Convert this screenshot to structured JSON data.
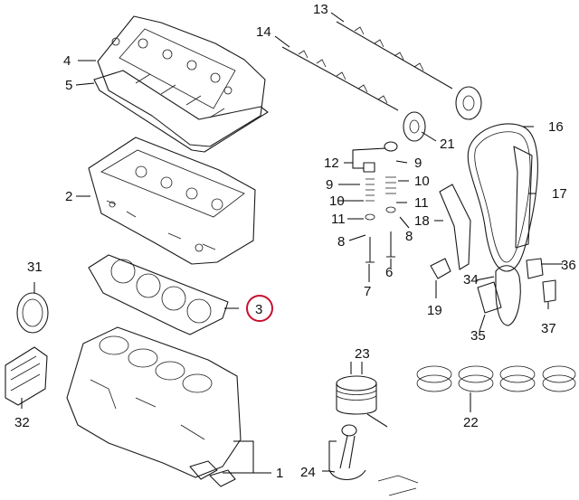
{
  "diagram": {
    "highlight_color": "#c8102e",
    "callouts": {
      "c1": "1",
      "c2": "2",
      "c3": "3",
      "c4": "4",
      "c5": "5",
      "c6": "6",
      "c7": "7",
      "c8a": "8",
      "c8b": "8",
      "c9a": "9",
      "c9b": "9",
      "c10a": "10",
      "c10b": "10",
      "c11a": "11",
      "c11b": "11",
      "c12": "12",
      "c13": "13",
      "c14": "14",
      "c16": "16",
      "c17": "17",
      "c18": "18",
      "c19": "19",
      "c21": "21",
      "c22": "22",
      "c23": "23",
      "c24": "24",
      "c31": "31",
      "c32": "32",
      "c34": "34",
      "c35": "35",
      "c36": "36",
      "c37": "37"
    }
  }
}
